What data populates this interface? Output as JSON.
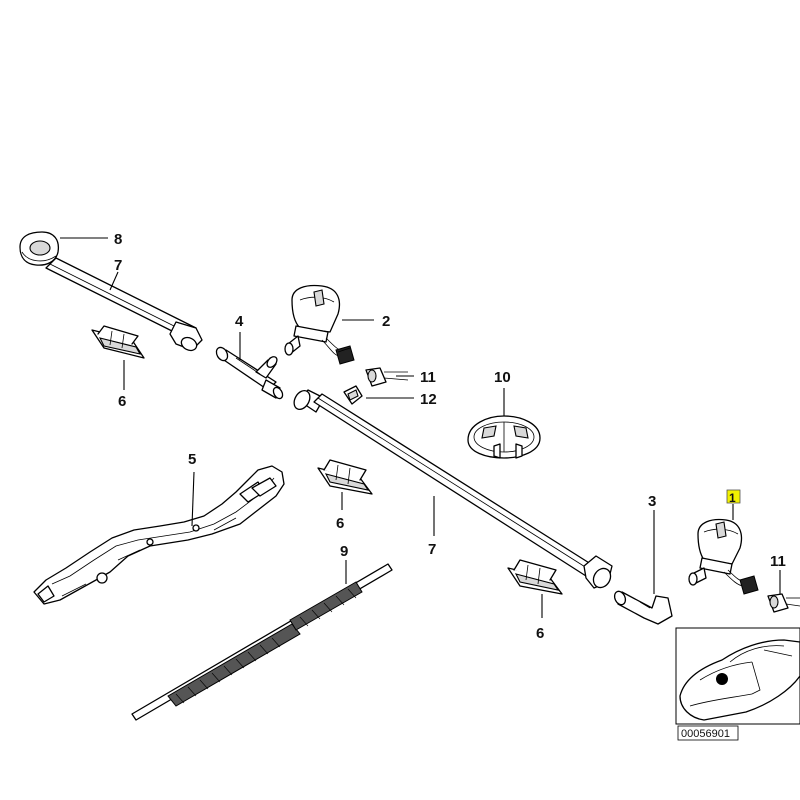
{
  "diagram": {
    "callouts": [
      {
        "id": "c8",
        "label": "8"
      },
      {
        "id": "c7a",
        "label": "7"
      },
      {
        "id": "c6a",
        "label": "6"
      },
      {
        "id": "c4",
        "label": "4"
      },
      {
        "id": "c2",
        "label": "2"
      },
      {
        "id": "c11a",
        "label": "11"
      },
      {
        "id": "c12",
        "label": "12"
      },
      {
        "id": "c10",
        "label": "10"
      },
      {
        "id": "c5",
        "label": "5"
      },
      {
        "id": "c6b",
        "label": "6"
      },
      {
        "id": "c7b",
        "label": "7"
      },
      {
        "id": "c9",
        "label": "9"
      },
      {
        "id": "c6c",
        "label": "6"
      },
      {
        "id": "c3",
        "label": "3"
      },
      {
        "id": "c1",
        "label": "1"
      },
      {
        "id": "c11b",
        "label": "11"
      }
    ],
    "reference_number": "00056901",
    "highlight_color": "#f2f200"
  }
}
